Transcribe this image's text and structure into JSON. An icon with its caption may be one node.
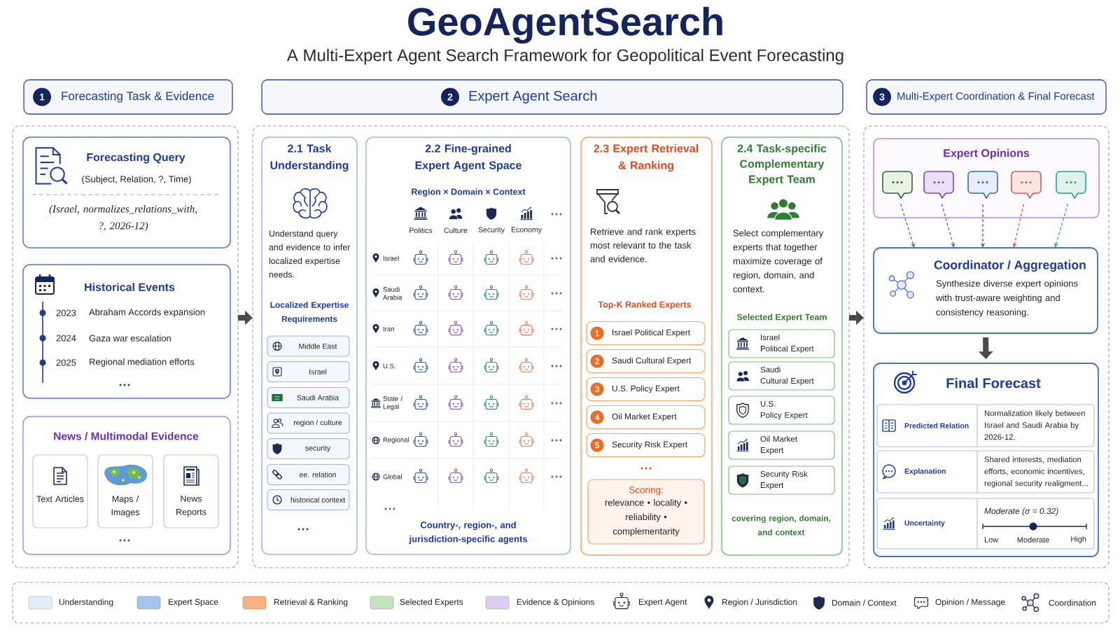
{
  "diagram": {
    "title": "GeoAgentSearch",
    "nodes": [
      {
        "text": [
          "1",
          "Forecasting Task & Evidence"
        ]
      },
      {
        "text": [
          "2",
          "Expert Agent Search"
        ]
      },
      {
        "text": [
          "3",
          "Multi-Expert Coordination & Final Forecast"
        ]
      },
      {
        "text": [],
        "shape": "box"
      },
      {
        "text": [
          "Forecasting Query",
          "(Subject, Relation, ?, Time)",
          "(Israel, normalizes_relations_with, ?, 2026-12)"
        ],
        "in": 3
      },
      {
        "text": [
          "Historical Events",
          "2023",
          "Abraham Accords expansion",
          "2024",
          "Gaza war escalation",
          "2025",
          "Regional mediation efforts"
        ],
        "in": 3
      },
      {
        "text": [
          "News / Multimodal Evidence"
        ],
        "in": 3
      },
      {
        "text": [
          "Text Articles"
        ],
        "in": 6
      },
      {
        "text": [
          "Maps / Images"
        ],
        "in": 6
      },
      {
        "text": [
          "News Reports"
        ],
        "in": 6
      },
      {
        "text": [],
        "shape": "box"
      },
      {
        "text": [
          "2.1 Task Understanding",
          "Understand query and evidence to infer localized expertise needs.",
          "Localized Expertise Requirements"
        ],
        "in": 10
      },
      {
        "text": [
          "Middle East"
        ],
        "in": 11
      },
      {
        "text": [
          "Israel"
        ],
        "in": 11
      },
      {
        "text": [
          "Saudi Arabia"
        ],
        "in": 11
      },
      {
        "text": [
          "region / culture"
        ],
        "in": 11
      },
      {
        "text": [
          "security"
        ],
        "in": 11
      },
      {
        "text": [
          "ee. relation"
        ],
        "in": 11
      },
      {
        "text": [
          "historical context"
        ],
        "in": 11
      },
      {
        "text": [
          "2.2 Fine-grained Expert Agent Space",
          "Region × Domain × Context",
          "Politics",
          "Culture",
          "Security",
          "Economy",
          "Israel",
          "Saudi Arabia",
          "Iran",
          "U.S.",
          "State / Legal",
          "Regional",
          "Global",
          "Country-, region-, and jurisdiction-specific agents"
        ],
        "in": 10
      },
      {
        "text": [
          "2.3 Expert Retrieval & Ranking",
          "Retrieve and rank experts most relevant to the task and evidence.",
          "Top-K Ranked Experts"
        ],
        "in": 10
      },
      {
        "text": [
          "1",
          "Israel Political Expert"
        ],
        "in": 20
      },
      {
        "text": [
          "2",
          "Saudi Cultural Expert"
        ],
        "in": 20
      },
      {
        "text": [
          "3",
          "U.S. Policy Expert"
        ],
        "in": 20
      },
      {
        "text": [
          "4",
          "Oil Market Expert"
        ],
        "in": 20
      },
      {
        "text": [
          "5",
          "Security Risk Expert"
        ],
        "in": 20
      },
      {
        "text": [
          "Scoring:",
          "relevance • locality • reliability • complementarity"
        ],
        "in": 20
      },
      {
        "text": [
          "2.4 Task-specific Complementary Expert Team",
          "Select complementary experts that together maximize coverage of region, domain, and context.",
          "Selected Expert Team",
          "covering region, domain, and context"
        ],
        "in": 10
      },
      {
        "text": [
          "Israel Political Expert"
        ],
        "in": 27
      },
      {
        "text": [
          "Saudi Cultural Expert"
        ],
        "in": 27
      },
      {
        "text": [
          "U.S. Policy Expert"
        ],
        "in": 27
      },
      {
        "text": [
          "Oil Market Expert"
        ],
        "in": 27
      },
      {
        "text": [
          "Security Risk Expert"
        ],
        "in": 27
      },
      {
        "text": [],
        "shape": "box"
      },
      {
        "text": [
          "Expert Opinions"
        ],
        "in": 33
      },
      {
        "text": [],
        "shape": "bubble",
        "in": 34
      },
      {
        "text": [],
        "shape": "bubble",
        "in": 34
      },
      {
        "text": [],
        "shape": "bubble",
        "in": 34
      },
      {
        "text": [],
        "shape": "bubble",
        "in": 34
      },
      {
        "text": [],
        "shape": "bubble",
        "in": 34
      },
      {
        "text": [
          "Coordinator / Aggregation",
          "Synthesize diverse expert opinions with trust-aware weighting and consistency reasoning."
        ],
        "in": 33
      },
      {
        "text": [
          "Final Forecast"
        ],
        "in": 33
      },
      {
        "text": [
          "Predicted Relation",
          "Normalization likely between Israel and Saudi Arabia by 2026-12."
        ],
        "in": 41
      },
      {
        "text": [
          "Explanation",
          "Shared interests, mediation efforts, economic incentives, regional security realigment..."
        ],
        "in": 41
      },
      {
        "text": [
          "Uncertainty",
          "Moderate (σ = 0.32)",
          "Low",
          "Moderate",
          "High"
        ],
        "in": 41
      }
    ],
    "edges": [
      {
        "from": 3,
        "to": 10,
        "arrow": "to",
        "style": "thick"
      },
      {
        "from": 10,
        "to": 33,
        "arrow": "to",
        "style": "thick"
      },
      {
        "from": 35,
        "to": 40,
        "arrow": "to",
        "style": "dashed",
        "color": "#2e8b57"
      },
      {
        "from": 36,
        "to": 40,
        "arrow": "to",
        "style": "dashed",
        "color": "#8e44c8"
      },
      {
        "from": 37,
        "to": 40,
        "arrow": "to",
        "style": "dashed",
        "color": "#2f5bd3"
      },
      {
        "from": 38,
        "to": 40,
        "arrow": "to",
        "style": "dashed",
        "color": "#d9506a"
      },
      {
        "from": 39,
        "to": 40,
        "arrow": "to",
        "style": "dashed",
        "color": "#26a69a"
      },
      {
        "from": 40,
        "to": 41,
        "arrow": "to",
        "style": "thick"
      }
    ],
    "labels": [
      "A Multi-Expert Agent Search Framework for Geopolitical Event Forecasting"
    ],
    "legend": [
      {
        "text": "Understanding",
        "color": "#e3ecfa"
      },
      {
        "text": "Expert Space",
        "color": "#a8c2ee"
      },
      {
        "text": "Retrieval & Ranking",
        "color": "#f8b27f"
      },
      {
        "text": "Selected Experts",
        "color": "#c3e2be"
      },
      {
        "text": "Evidence & Opinions",
        "color": "#dccdf2"
      },
      {
        "text": "Expert Agent"
      },
      {
        "text": "Region / Jurisdiction"
      },
      {
        "text": "Domain / Context"
      },
      {
        "text": "Opinion / Message"
      },
      {
        "text": "Coordination"
      }
    ]
  }
}
